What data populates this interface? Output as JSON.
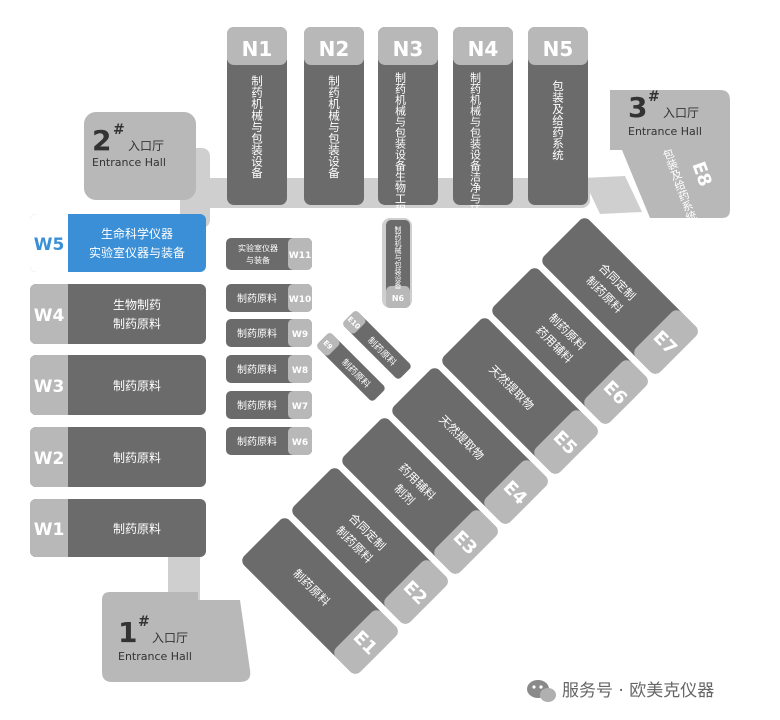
{
  "halls_north": [
    {
      "code": "N1",
      "label": "制药机械与包装设备"
    },
    {
      "code": "N2",
      "label": "制药机械与包装设备"
    },
    {
      "code": "N3",
      "label": "制药机械与包装设备生物工程"
    },
    {
      "code": "N4",
      "label": "制药机械与包装设备洁净与环保"
    },
    {
      "code": "N5",
      "label": "包装及给药系统"
    }
  ],
  "hall_e8": {
    "code": "E8",
    "label": "包装及给药系统"
  },
  "halls_west": [
    {
      "code": "W5",
      "label_line1": "生命科学仪器",
      "label_line2": "实验室仪器与装备",
      "highlighted": true
    },
    {
      "code": "W4",
      "label_line1": "生物制药",
      "label_line2": "制药原料",
      "highlighted": false
    },
    {
      "code": "W3",
      "label_line1": "制药原料",
      "label_line2": "",
      "highlighted": false
    },
    {
      "code": "W2",
      "label_line1": "制药原料",
      "label_line2": "",
      "highlighted": false
    },
    {
      "code": "W1",
      "label_line1": "制药原料",
      "label_line2": "",
      "highlighted": false
    }
  ],
  "halls_middle": [
    {
      "code": "W11",
      "label_line1": "实验室仪器",
      "label_line2": "与装备"
    },
    {
      "code": "W10",
      "label_line1": "制药原料",
      "label_line2": ""
    },
    {
      "code": "W9",
      "label_line1": "制药原料",
      "label_line2": ""
    },
    {
      "code": "W8",
      "label_line1": "制药原料",
      "label_line2": ""
    },
    {
      "code": "W7",
      "label_line1": "制药原料",
      "label_line2": ""
    },
    {
      "code": "W6",
      "label_line1": "制药原料",
      "label_line2": ""
    }
  ],
  "hall_n6": {
    "code": "N6",
    "label": "制药机械与包装设备"
  },
  "halls_small_diag": [
    {
      "code": "E10",
      "label": "制药原料"
    },
    {
      "code": "E9",
      "label": "制药原料"
    }
  ],
  "halls_east": [
    {
      "code": "E7",
      "label_line1": "合同定制",
      "label_line2": "制药原料"
    },
    {
      "code": "E6",
      "label_line1": "制药原料",
      "label_line2": "药用辅料"
    },
    {
      "code": "E5",
      "label_line1": "天然提取物",
      "label_line2": ""
    },
    {
      "code": "E4",
      "label_line1": "天然提取物",
      "label_line2": ""
    },
    {
      "code": "E3",
      "label_line1": "药用辅料",
      "label_line2": "制剂"
    },
    {
      "code": "E2",
      "label_line1": "合同定制",
      "label_line2": "制药原料"
    },
    {
      "code": "E1",
      "label_line1": "制药原料",
      "label_line2": ""
    }
  ],
  "entrances": [
    {
      "num": "1",
      "mark": "#",
      "cn": "入口厅",
      "en": "Entrance Hall"
    },
    {
      "num": "2",
      "mark": "#",
      "cn": "入口厅",
      "en": "Entrance Hall"
    },
    {
      "num": "3",
      "mark": "#",
      "cn": "入口厅",
      "en": "Entrance Hall"
    }
  ],
  "watermark": {
    "icon": "wechat-icon",
    "text": "服务号 · 欧美克仪器"
  },
  "colors": {
    "hall": "#6b6b6b",
    "code_tab": "#b8b8b8",
    "corridor": "#cfcfcf",
    "highlight": "#3a8fd6"
  }
}
